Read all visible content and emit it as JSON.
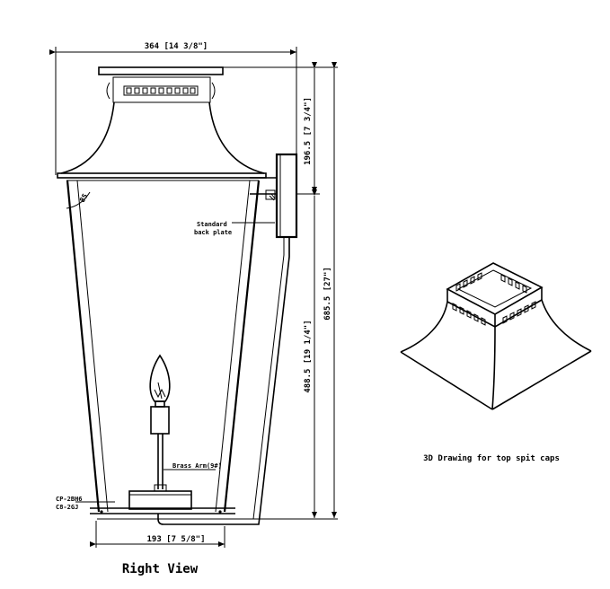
{
  "dimensions": {
    "overall_width": "364 [14 3/8\"]",
    "top_height": "196.5 [7 3/4\"]",
    "total_height": "685.5 [27\"]",
    "lower_height": "488.5 [19 1/4\"]",
    "base_width": "193 [7 5/8\"]",
    "angle": "85"
  },
  "callouts": {
    "backplate_line1": "Standard",
    "backplate_line2": "back plate",
    "brass_arm": "Brass Arm(9#)",
    "base_code_line1": "CP-2BH6",
    "base_code_line2": "C8-2GJ"
  },
  "captions": {
    "right_view": "Right View",
    "detail_3d": "3D Drawing for top spit caps"
  }
}
